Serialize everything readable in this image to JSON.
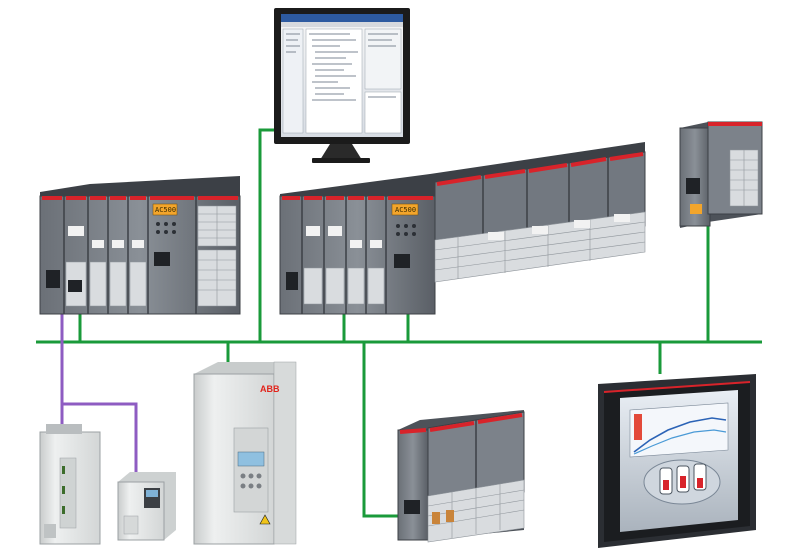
{
  "colors": {
    "network": "#1a9a3a",
    "fieldbus": "#8e5cc2",
    "module_body": "#5a5f66",
    "module_dark": "#3c4046",
    "module_light": "#8a9097",
    "red_stripe": "#d8232a",
    "lcd": "#f3a52b",
    "drive_body": "#e4e6e6"
  },
  "icons": {
    "monitor": "engineering-workstation-monitor-icon",
    "plc": "plc-rack-icon",
    "drive": "frequency-drive-icon",
    "hmi": "touch-panel-hmi-icon"
  },
  "labels": {
    "cpu_lcd_left": "AC500",
    "cpu_lcd_center": "AC500",
    "drive_brand": "ABB"
  }
}
